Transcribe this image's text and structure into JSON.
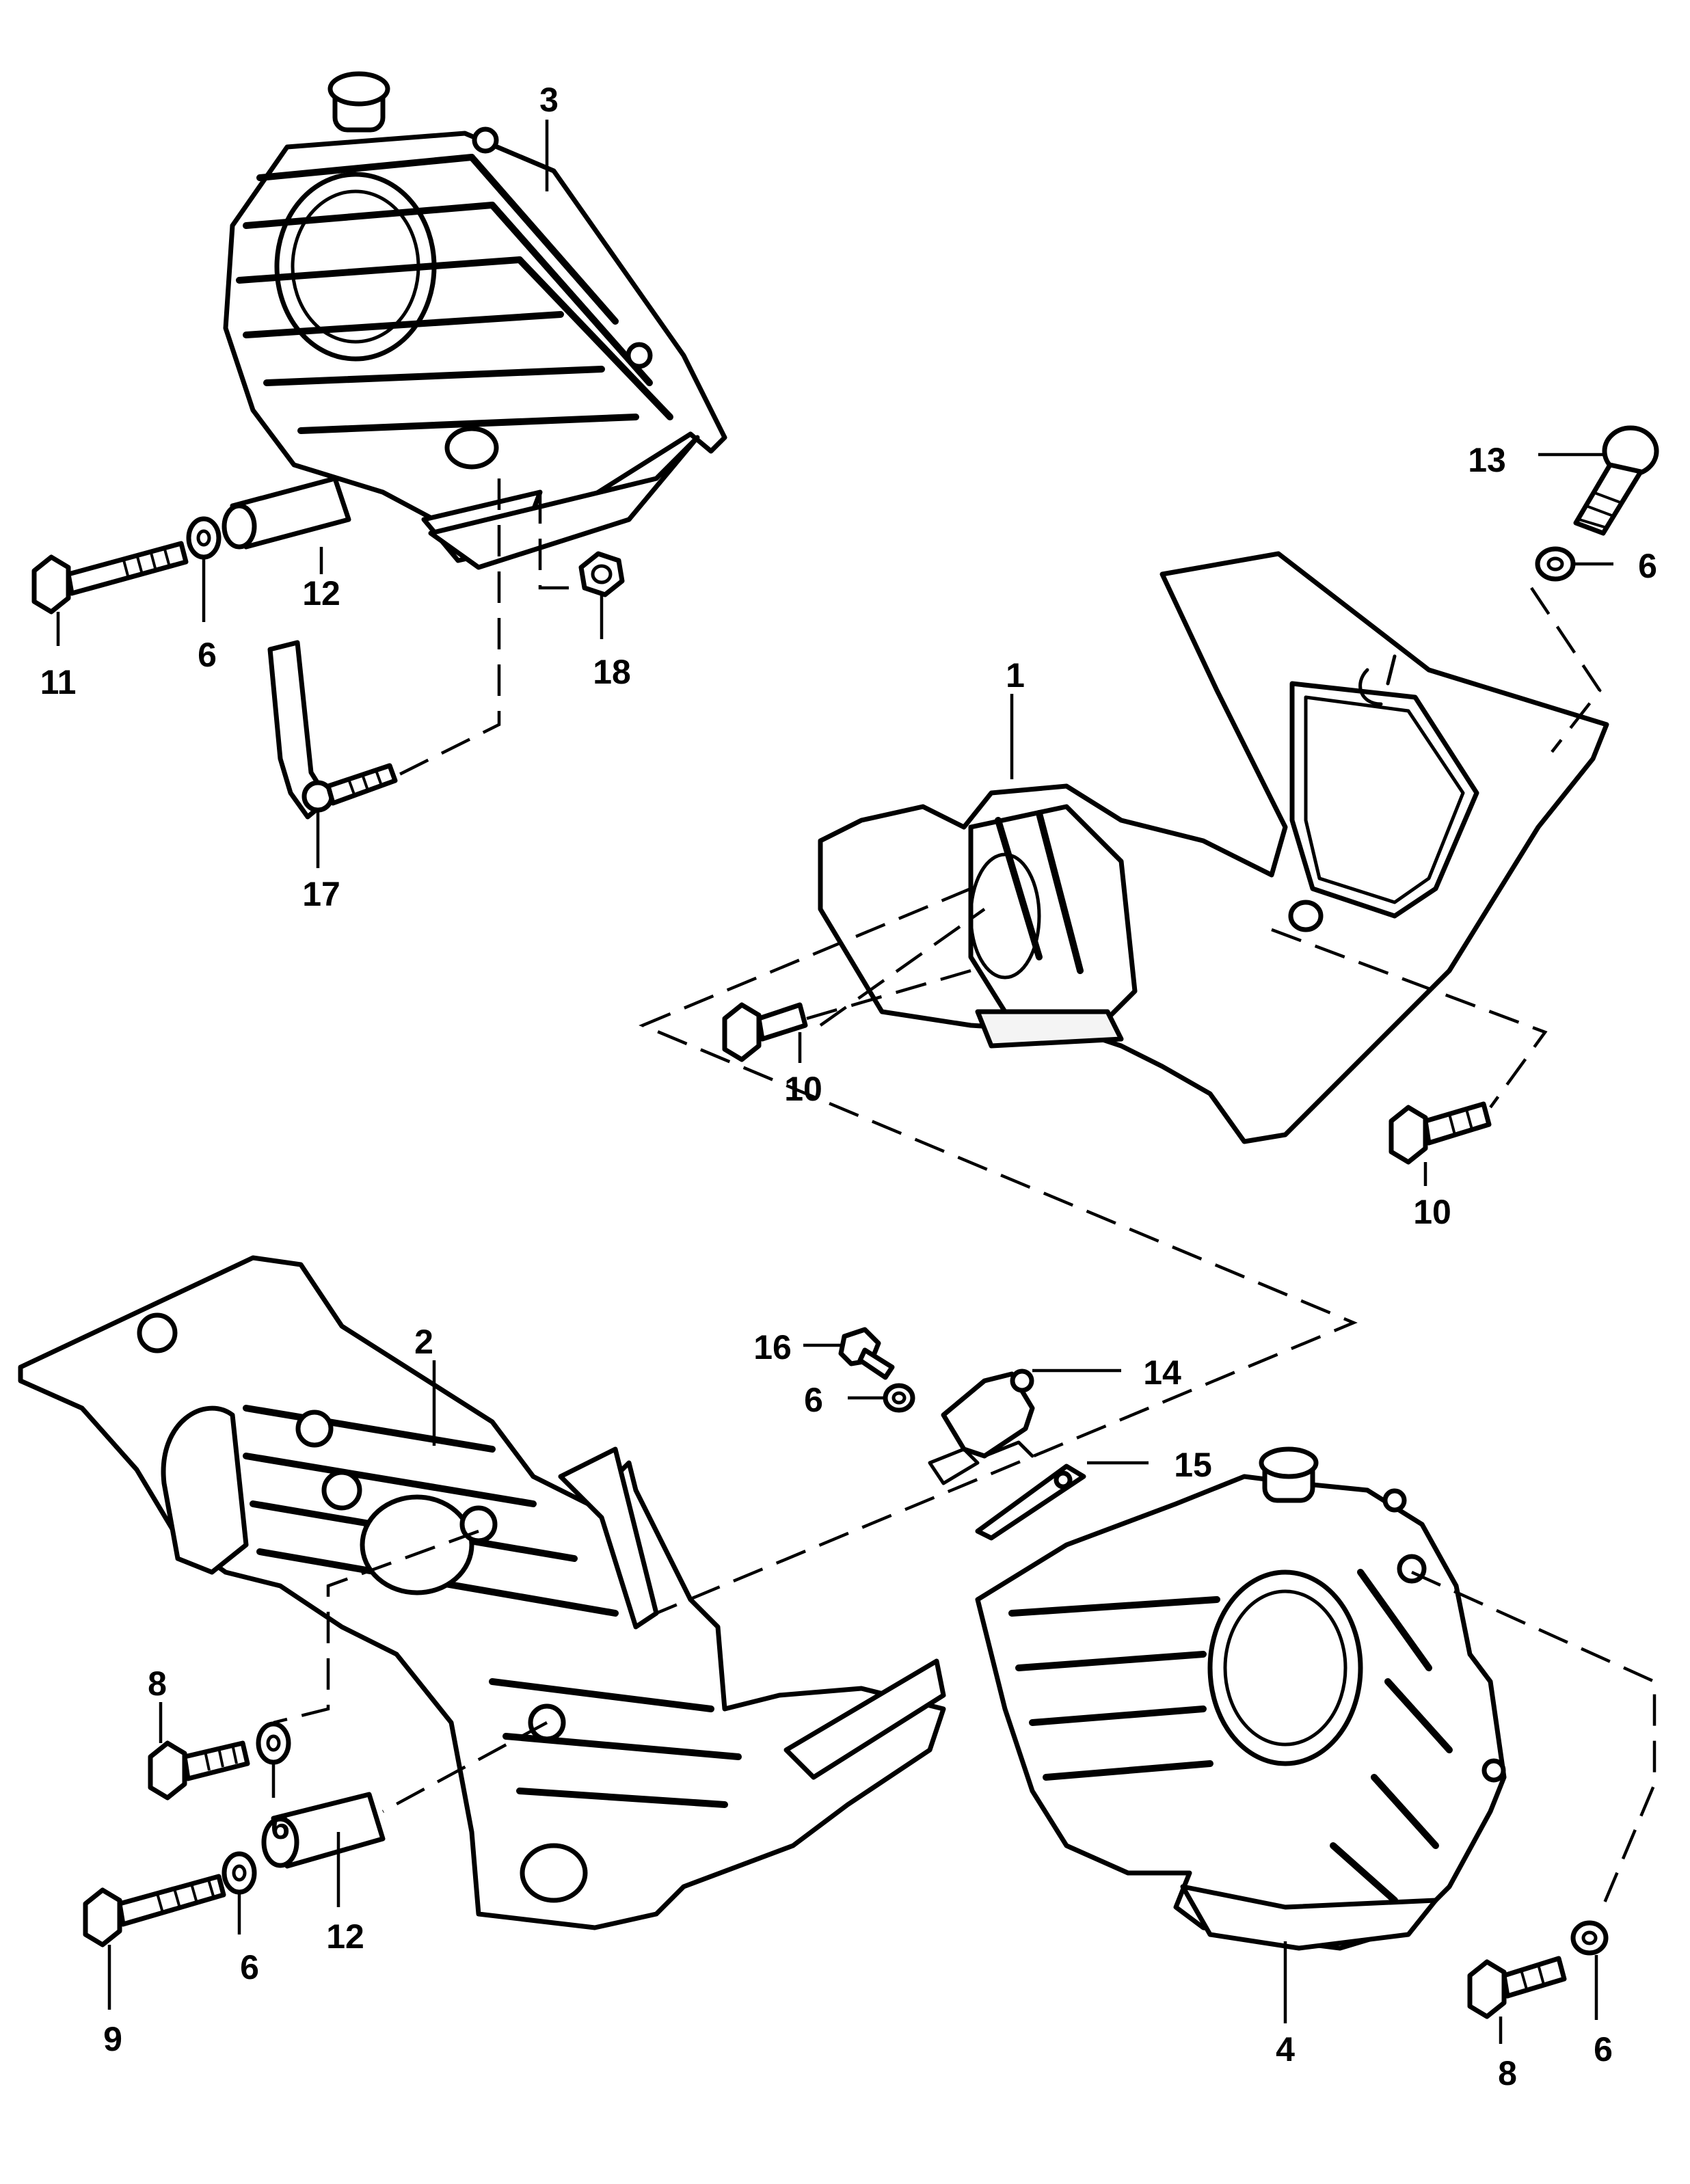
{
  "diagram": {
    "callouts": [
      {
        "id": "c1",
        "text": "1"
      },
      {
        "id": "c2",
        "text": "2"
      },
      {
        "id": "c3",
        "text": "3"
      },
      {
        "id": "c4",
        "text": "4"
      },
      {
        "id": "c6a",
        "text": "6"
      },
      {
        "id": "c6b",
        "text": "6"
      },
      {
        "id": "c6c",
        "text": "6"
      },
      {
        "id": "c6d",
        "text": "6"
      },
      {
        "id": "c6e",
        "text": "6"
      },
      {
        "id": "c6f",
        "text": "6"
      },
      {
        "id": "c8a",
        "text": "8"
      },
      {
        "id": "c8b",
        "text": "8"
      },
      {
        "id": "c9",
        "text": "9"
      },
      {
        "id": "c10a",
        "text": "10"
      },
      {
        "id": "c10b",
        "text": "10"
      },
      {
        "id": "c11",
        "text": "11"
      },
      {
        "id": "c12a",
        "text": "12"
      },
      {
        "id": "c12b",
        "text": "12"
      },
      {
        "id": "c13",
        "text": "13"
      },
      {
        "id": "c14",
        "text": "14"
      },
      {
        "id": "c15",
        "text": "15"
      },
      {
        "id": "c16",
        "text": "16"
      },
      {
        "id": "c17",
        "text": "17"
      },
      {
        "id": "c18",
        "text": "18"
      }
    ]
  }
}
